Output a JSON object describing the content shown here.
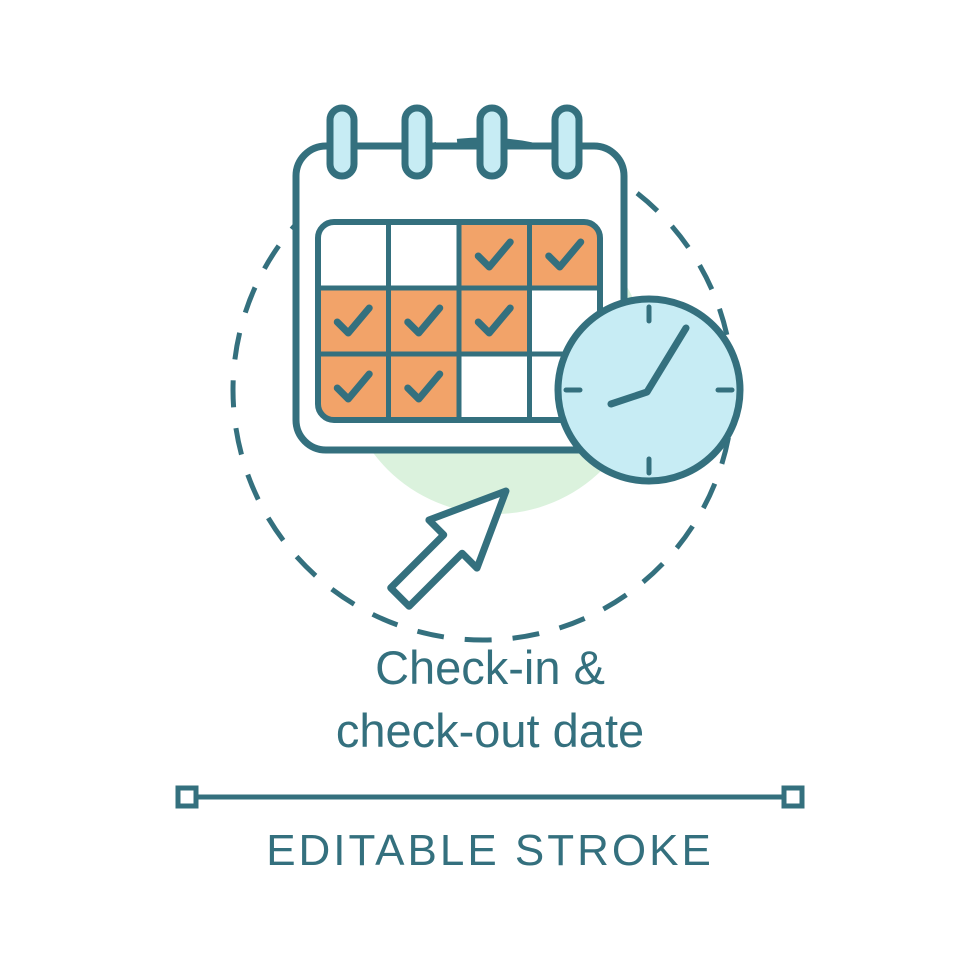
{
  "illustration": {
    "title_line1": "Check-in &",
    "title_line2": "check-out date",
    "footer_label": "EDITABLE STROKE",
    "icons": {
      "calendar": "calendar-icon",
      "clock": "clock-icon",
      "cursor": "cursor-arrow-icon",
      "dashed_circle": "dashed-circle-decoration",
      "stroke_line": "editable-stroke-line"
    }
  },
  "colors": {
    "teal": "#34707e",
    "orange": "#f2a369",
    "cyan": "#c7ecf4",
    "green": "#dbf2dd",
    "white": "#ffffff"
  }
}
